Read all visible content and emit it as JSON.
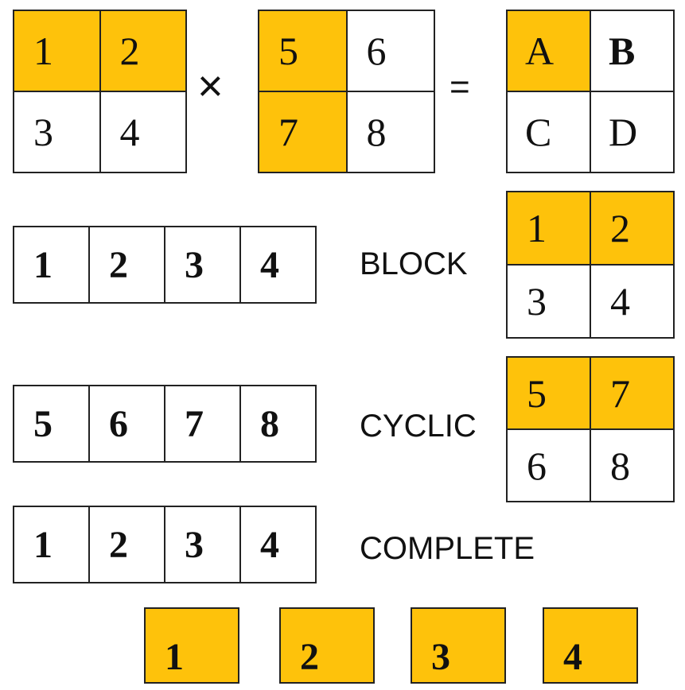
{
  "matrix_a": {
    "cells": [
      "1",
      "2",
      "3",
      "4"
    ],
    "highlighted": [
      true,
      true,
      false,
      false
    ]
  },
  "operator_multiply": "×",
  "matrix_b": {
    "cells": [
      "5",
      "6",
      "7",
      "8"
    ],
    "highlighted": [
      true,
      false,
      true,
      false
    ]
  },
  "operator_equals": "=",
  "matrix_result": {
    "cells": [
      "A",
      "B",
      "C",
      "D"
    ],
    "highlighted": [
      true,
      false,
      false,
      false
    ],
    "bold": [
      false,
      true,
      false,
      false
    ]
  },
  "block": {
    "label": "BLOCK",
    "row": [
      "1",
      "2",
      "3",
      "4"
    ],
    "matrix": {
      "cells": [
        "1",
        "2",
        "3",
        "4"
      ],
      "highlighted": [
        true,
        true,
        false,
        false
      ]
    }
  },
  "cyclic": {
    "label": "CYCLIC",
    "row": [
      "5",
      "6",
      "7",
      "8"
    ],
    "matrix": {
      "cells": [
        "5",
        "7",
        "6",
        "8"
      ],
      "highlighted": [
        true,
        true,
        false,
        false
      ]
    }
  },
  "complete": {
    "label": "COMPLETE",
    "row": [
      "1",
      "2",
      "3",
      "4"
    ],
    "singles": [
      "1",
      "2",
      "3",
      "4"
    ]
  },
  "colors": {
    "highlight": "#fec20b",
    "border": "#222222",
    "background": "#ffffff"
  }
}
